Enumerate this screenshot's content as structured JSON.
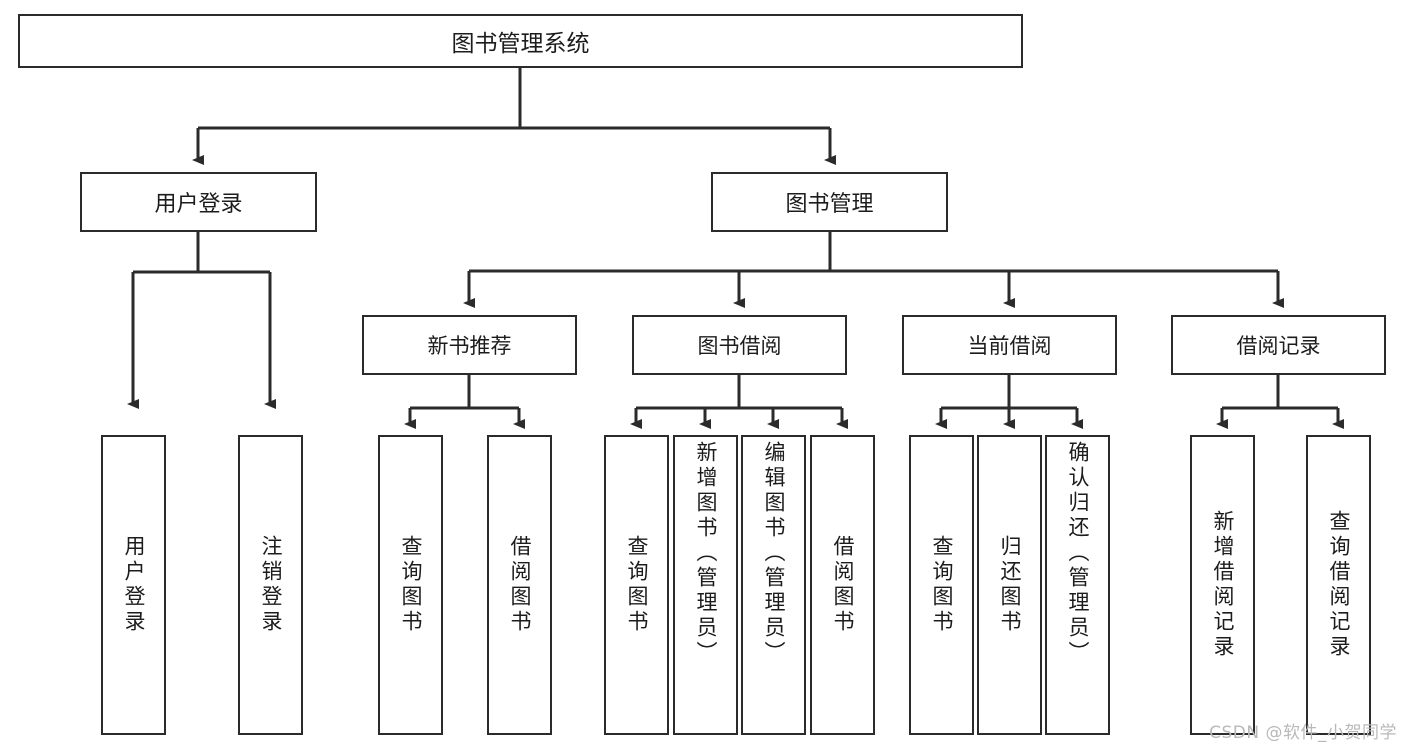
{
  "diagram": {
    "title": "图书管理系统",
    "type": "tree-hierarchy",
    "root": {
      "label": "图书管理系统"
    },
    "level2": [
      {
        "id": "user-login",
        "label": "用户登录"
      },
      {
        "id": "book-manage",
        "label": "图书管理"
      }
    ],
    "level3": [
      {
        "id": "new-book-rec",
        "label": "新书推荐",
        "parent": "book-manage"
      },
      {
        "id": "book-borrow",
        "label": "图书借阅",
        "parent": "book-manage"
      },
      {
        "id": "current-borrow",
        "label": "当前借阅",
        "parent": "book-manage"
      },
      {
        "id": "borrow-record",
        "label": "借阅记录",
        "parent": "book-manage"
      }
    ],
    "leaves": [
      {
        "id": "leaf-user-login",
        "label": "用户登录",
        "parent": "user-login"
      },
      {
        "id": "leaf-logout",
        "label": "注销登录",
        "parent": "user-login"
      },
      {
        "id": "leaf-query-book-1",
        "label": "查询图书",
        "parent": "new-book-rec"
      },
      {
        "id": "leaf-borrow-book-1",
        "label": "借阅图书",
        "parent": "new-book-rec"
      },
      {
        "id": "leaf-query-book-2",
        "label": "查询图书",
        "parent": "book-borrow"
      },
      {
        "id": "leaf-add-book",
        "label": "新增图书（管理员）",
        "parent": "book-borrow"
      },
      {
        "id": "leaf-edit-book",
        "label": "编辑图书（管理员）",
        "parent": "book-borrow"
      },
      {
        "id": "leaf-borrow-book-2",
        "label": "借阅图书",
        "parent": "book-borrow"
      },
      {
        "id": "leaf-query-book-3",
        "label": "查询图书",
        "parent": "current-borrow"
      },
      {
        "id": "leaf-return-book",
        "label": "归还图书",
        "parent": "current-borrow"
      },
      {
        "id": "leaf-confirm-return",
        "label": "确认归还（管理员）",
        "parent": "current-borrow"
      },
      {
        "id": "leaf-add-record",
        "label": "新增借阅记录",
        "parent": "borrow-record"
      },
      {
        "id": "leaf-query-record",
        "label": "查询借阅记录",
        "parent": "borrow-record"
      }
    ],
    "watermark": "CSDN @软件_小贺同学",
    "colors": {
      "stroke": "#2b2b2b",
      "text": "#1c1c1c",
      "background": "#ffffff",
      "watermark": "#b9b9b9"
    }
  }
}
